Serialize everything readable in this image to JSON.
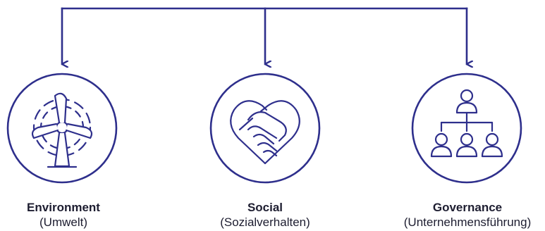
{
  "colors": {
    "connector": "#2e2f8c",
    "icon": "#2e2f8c",
    "text": "#1d1d30"
  },
  "pillars": [
    {
      "title": "Environment",
      "subtitle": "(Umwelt)",
      "icon": "wind-turbine-icon"
    },
    {
      "title": "Social",
      "subtitle": "(Sozialverhalten)",
      "icon": "handshake-heart-icon"
    },
    {
      "title": "Governance",
      "subtitle": "(Unternehmensführung)",
      "icon": "org-chart-icon"
    }
  ]
}
